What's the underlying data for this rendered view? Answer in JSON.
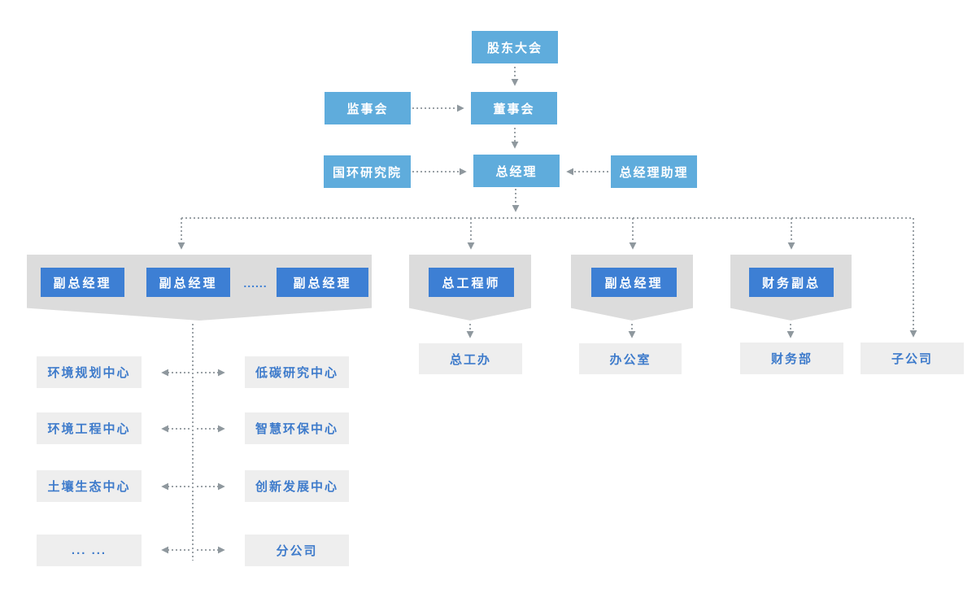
{
  "org": {
    "shareholders": "股东大会",
    "supervisory_board": "监事会",
    "board_of_directors": "董事会",
    "research_institute": "国环研究院",
    "general_manager": "总经理",
    "gm_assistant": "总经理助理",
    "deputy_gm": "副总经理",
    "ellipsis_dots": "......",
    "chief_engineer": "总工程师",
    "finance_vp": "财务副总",
    "chief_engineer_office": "总工办",
    "office": "办公室",
    "finance_dept": "财务部",
    "subsidiary": "子公司",
    "left_centers": [
      "环境规划中心",
      "环境工程中心",
      "土壤生态中心",
      "... ..."
    ],
    "right_centers": [
      "低碳研究中心",
      "智慧环保中心",
      "创新发展中心",
      "分公司"
    ]
  },
  "colors": {
    "light_blue": "#5FACDC",
    "primary_blue": "#3D7FD4",
    "banner_gray": "#DCDCDC",
    "box_gray": "#EEEEEE",
    "blue_text": "#3E7BCB",
    "connector_gray": "#9AA1A6"
  }
}
